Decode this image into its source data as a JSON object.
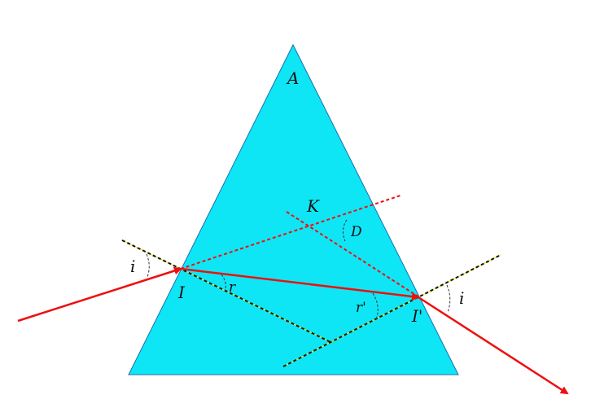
{
  "diagram": {
    "labels": {
      "apex": "A",
      "incident_angle": "i",
      "entry_point": "I",
      "refraction_angle": "r",
      "intersection": "K",
      "deviation": "D",
      "internal_angle": "r'",
      "exit_point": "I'",
      "emergent_angle": "i"
    },
    "colors": {
      "prism_fill": "#0ee6f5",
      "prism_stroke": "#1a6fb0",
      "ray": "#ee0f0f",
      "extension": "#ee0f0f",
      "normal_dark": "#111111",
      "normal_light": "#f2e70a"
    }
  }
}
